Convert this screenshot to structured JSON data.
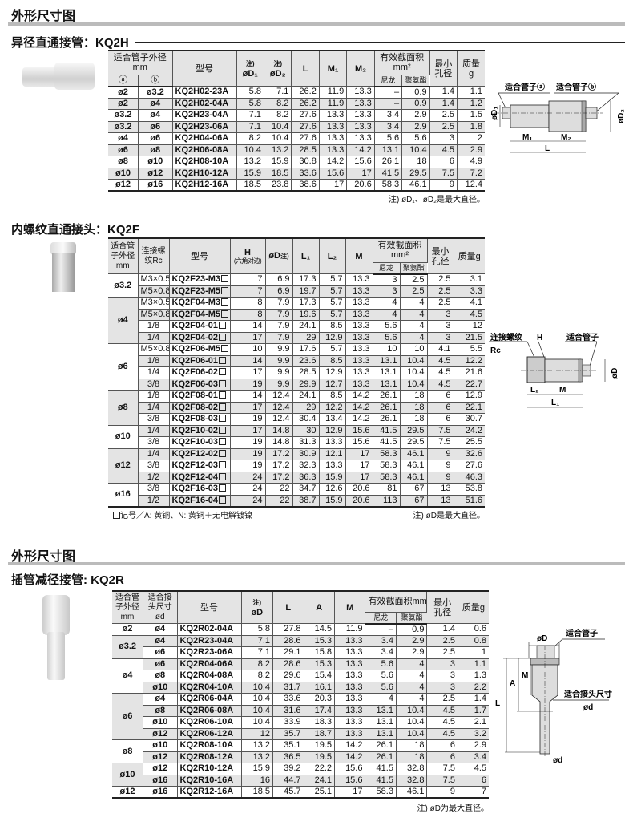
{
  "section1": {
    "title": "外形尺寸图"
  },
  "kq2h": {
    "title": "异径直通接管：KQ2H",
    "headers": {
      "tube": "适合管子外径mm",
      "a": "ⓐ",
      "b": "ⓑ",
      "model": "型号",
      "note_mark": "注)",
      "d1": "øD₁",
      "d2": "øD₂",
      "l": "L",
      "m1": "M₁",
      "m2": "M₂",
      "area": "有效截面积mm²",
      "nylon": "尼龙",
      "urethane": "聚氨酯",
      "hole": "最小孔径",
      "mass": "质量g"
    },
    "rows": [
      [
        "ø2",
        "ø3.2",
        "KQ2H02-23A",
        "5.8",
        "7.1",
        "26.2",
        "11.9",
        "13.3",
        "–",
        "0.9",
        "1.4",
        "1.1"
      ],
      [
        "ø2",
        "ø4",
        "KQ2H02-04A",
        "5.8",
        "8.2",
        "26.2",
        "11.9",
        "13.3",
        "–",
        "0.9",
        "1.4",
        "1.2"
      ],
      [
        "ø3.2",
        "ø4",
        "KQ2H23-04A",
        "7.1",
        "8.2",
        "27.6",
        "13.3",
        "13.3",
        "3.4",
        "2.9",
        "2.5",
        "1.5"
      ],
      [
        "ø3.2",
        "ø6",
        "KQ2H23-06A",
        "7.1",
        "10.4",
        "27.6",
        "13.3",
        "13.3",
        "3.4",
        "2.9",
        "2.5",
        "1.8"
      ],
      [
        "ø4",
        "ø6",
        "KQ2H04-06A",
        "8.2",
        "10.4",
        "27.6",
        "13.3",
        "13.3",
        "5.6",
        "5.6",
        "3",
        "2"
      ],
      [
        "ø6",
        "ø8",
        "KQ2H06-08A",
        "10.4",
        "13.2",
        "28.5",
        "13.3",
        "14.2",
        "13.1",
        "10.4",
        "4.5",
        "2.9"
      ],
      [
        "ø8",
        "ø10",
        "KQ2H08-10A",
        "13.2",
        "15.9",
        "30.8",
        "14.2",
        "15.6",
        "26.1",
        "18",
        "6",
        "4.9"
      ],
      [
        "ø10",
        "ø12",
        "KQ2H10-12A",
        "15.9",
        "18.5",
        "33.6",
        "15.6",
        "17",
        "41.5",
        "29.5",
        "7.5",
        "7.2"
      ],
      [
        "ø12",
        "ø16",
        "KQ2H12-16A",
        "18.5",
        "23.8",
        "38.6",
        "17",
        "20.6",
        "58.3",
        "46.1",
        "9",
        "12.4"
      ]
    ],
    "footnote": "注) øD₁、øD₂是最大直径。",
    "diagram": {
      "tube_a": "适合管子ⓐ",
      "tube_b": "适合管子ⓑ",
      "d1": "øD₁",
      "d2": "øD₂",
      "m1": "M₁",
      "m2": "M₂",
      "l": "L"
    }
  },
  "kq2f": {
    "title": "内螺纹直通接头：KQ2F",
    "headers": {
      "tube": "适合管子外径mm",
      "thread": "连接螺纹Rc",
      "model": "型号",
      "h": "H",
      "h_sub": "(六角对边)",
      "d": "øD",
      "note_mark": "注)",
      "l1": "L₁",
      "l2": "L₂",
      "m": "M",
      "area": "有效截面积mm²",
      "nylon": "尼龙",
      "urethane": "聚氨酯",
      "hole": "最小孔径",
      "mass": "质量g"
    },
    "groups": [
      {
        "tube": "ø3.2",
        "rows": [
          [
            "M3×0.5",
            "KQ2F23-M3",
            "7",
            "6.9",
            "17.3",
            "5.7",
            "13.3",
            "3",
            "2.5",
            "2.5",
            "3.1"
          ],
          [
            "M5×0.8",
            "KQ2F23-M5",
            "7",
            "6.9",
            "19.7",
            "5.7",
            "13.3",
            "3",
            "2.5",
            "2.5",
            "3.3"
          ]
        ]
      },
      {
        "tube": "ø4",
        "rows": [
          [
            "M3×0.5",
            "KQ2F04-M3",
            "8",
            "7.9",
            "17.3",
            "5.7",
            "13.3",
            "4",
            "4",
            "2.5",
            "4.1"
          ],
          [
            "M5×0.8",
            "KQ2F04-M5",
            "8",
            "7.9",
            "19.6",
            "5.7",
            "13.3",
            "4",
            "4",
            "3",
            "4.5"
          ],
          [
            "1/8",
            "KQ2F04-01",
            "14",
            "7.9",
            "24.1",
            "8.5",
            "13.3",
            "5.6",
            "4",
            "3",
            "12"
          ],
          [
            "1/4",
            "KQ2F04-02",
            "17",
            "7.9",
            "29",
            "12.9",
            "13.3",
            "5.6",
            "4",
            "3",
            "21.5"
          ]
        ]
      },
      {
        "tube": "ø6",
        "rows": [
          [
            "M5×0.8",
            "KQ2F06-M5",
            "10",
            "9.9",
            "17.6",
            "5.7",
            "13.3",
            "10",
            "10",
            "4.1",
            "5.5"
          ],
          [
            "1/8",
            "KQ2F06-01",
            "14",
            "9.9",
            "23.6",
            "8.5",
            "13.3",
            "13.1",
            "10.4",
            "4.5",
            "12.2"
          ],
          [
            "1/4",
            "KQ2F06-02",
            "17",
            "9.9",
            "28.5",
            "12.9",
            "13.3",
            "13.1",
            "10.4",
            "4.5",
            "21.6"
          ],
          [
            "3/8",
            "KQ2F06-03",
            "19",
            "9.9",
            "29.9",
            "12.7",
            "13.3",
            "13.1",
            "10.4",
            "4.5",
            "22.7"
          ]
        ]
      },
      {
        "tube": "ø8",
        "rows": [
          [
            "1/8",
            "KQ2F08-01",
            "14",
            "12.4",
            "24.1",
            "8.5",
            "14.2",
            "26.1",
            "18",
            "6",
            "12.9"
          ],
          [
            "1/4",
            "KQ2F08-02",
            "17",
            "12.4",
            "29",
            "12.2",
            "14.2",
            "26.1",
            "18",
            "6",
            "22.1"
          ],
          [
            "3/8",
            "KQ2F08-03",
            "19",
            "12.4",
            "30.4",
            "13.4",
            "14.2",
            "26.1",
            "18",
            "6",
            "30.7"
          ]
        ]
      },
      {
        "tube": "ø10",
        "rows": [
          [
            "1/4",
            "KQ2F10-02",
            "17",
            "14.8",
            "30",
            "12.9",
            "15.6",
            "41.5",
            "29.5",
            "7.5",
            "24.2"
          ],
          [
            "3/8",
            "KQ2F10-03",
            "19",
            "14.8",
            "31.3",
            "13.3",
            "15.6",
            "41.5",
            "29.5",
            "7.5",
            "25.5"
          ]
        ]
      },
      {
        "tube": "ø12",
        "rows": [
          [
            "1/4",
            "KQ2F12-02",
            "19",
            "17.2",
            "30.9",
            "12.1",
            "17",
            "58.3",
            "46.1",
            "9",
            "32.6"
          ],
          [
            "3/8",
            "KQ2F12-03",
            "19",
            "17.2",
            "32.3",
            "13.3",
            "17",
            "58.3",
            "46.1",
            "9",
            "27.6"
          ],
          [
            "1/2",
            "KQ2F12-04",
            "24",
            "17.2",
            "36.3",
            "15.9",
            "17",
            "58.3",
            "46.1",
            "9",
            "46.3"
          ]
        ]
      },
      {
        "tube": "ø16",
        "rows": [
          [
            "3/8",
            "KQ2F16-03",
            "24",
            "22",
            "34.7",
            "12.6",
            "20.6",
            "81",
            "67",
            "13",
            "53.8"
          ],
          [
            "1/2",
            "KQ2F16-04",
            "24",
            "22",
            "38.7",
            "15.9",
            "20.6",
            "113",
            "67",
            "13",
            "51.6"
          ]
        ]
      }
    ],
    "legend": "记号／A: 黄铜、N: 黄铜＋无电解镀镍",
    "footnote": "注) øD是最大直径。",
    "diagram": {
      "thread": "连接螺纹",
      "rc": "Rc",
      "h": "H",
      "tube": "适合管子",
      "d": "øD",
      "l2": "L₂",
      "m": "M",
      "l1": "L₁"
    }
  },
  "section2": {
    "title": "外形尺寸图"
  },
  "kq2r": {
    "title": "插管减径接管: KQ2R",
    "headers": {
      "tube": "适合管子外径 mm",
      "plug": "适合接头尺寸 ød",
      "model": "型号",
      "note_mark": "注)",
      "d": "øD",
      "l": "L",
      "a": "A",
      "m": "M",
      "area": "有效截面积mm²",
      "nylon": "尼龙",
      "urethane": "聚氨酯",
      "hole": "最小孔径",
      "mass": "质量g"
    },
    "groups": [
      {
        "tube": "ø2",
        "rows": [
          [
            "ø4",
            "KQ2R02-04A",
            "5.8",
            "27.8",
            "14.5",
            "11.9",
            "–",
            "0.9",
            "1.4",
            "0.6"
          ]
        ]
      },
      {
        "tube": "ø3.2",
        "rows": [
          [
            "ø4",
            "KQ2R23-04A",
            "7.1",
            "28.6",
            "15.3",
            "13.3",
            "3.4",
            "2.9",
            "2.5",
            "0.8"
          ],
          [
            "ø6",
            "KQ2R23-06A",
            "7.1",
            "29.1",
            "15.8",
            "13.3",
            "3.4",
            "2.9",
            "2.5",
            "1"
          ]
        ]
      },
      {
        "tube": "ø4",
        "rows": [
          [
            "ø6",
            "KQ2R04-06A",
            "8.2",
            "28.6",
            "15.3",
            "13.3",
            "5.6",
            "4",
            "3",
            "1.1"
          ],
          [
            "ø8",
            "KQ2R04-08A",
            "8.2",
            "29.6",
            "15.4",
            "13.3",
            "5.6",
            "4",
            "3",
            "1.3"
          ],
          [
            "ø10",
            "KQ2R04-10A",
            "10.4",
            "31.7",
            "16.1",
            "13.3",
            "5.6",
            "4",
            "3",
            "2.2"
          ]
        ]
      },
      {
        "tube": "ø6",
        "rows": [
          [
            "ø4",
            "KQ2R06-04A",
            "10.4",
            "33.6",
            "20.3",
            "13.3",
            "4",
            "4",
            "2.5",
            "1.4"
          ],
          [
            "ø8",
            "KQ2R06-08A",
            "10.4",
            "31.6",
            "17.4",
            "13.3",
            "13.1",
            "10.4",
            "4.5",
            "1.7"
          ],
          [
            "ø10",
            "KQ2R06-10A",
            "10.4",
            "33.9",
            "18.3",
            "13.3",
            "13.1",
            "10.4",
            "4.5",
            "2.1"
          ],
          [
            "ø12",
            "KQ2R06-12A",
            "12",
            "35.7",
            "18.7",
            "13.3",
            "13.1",
            "10.4",
            "4.5",
            "3.2"
          ]
        ]
      },
      {
        "tube": "ø8",
        "rows": [
          [
            "ø10",
            "KQ2R08-10A",
            "13.2",
            "35.1",
            "19.5",
            "14.2",
            "26.1",
            "18",
            "6",
            "2.9"
          ],
          [
            "ø12",
            "KQ2R08-12A",
            "13.2",
            "36.5",
            "19.5",
            "14.2",
            "26.1",
            "18",
            "6",
            "3.4"
          ]
        ]
      },
      {
        "tube": "ø10",
        "rows": [
          [
            "ø12",
            "KQ2R10-12A",
            "15.9",
            "39.2",
            "22.2",
            "15.6",
            "41.5",
            "32.8",
            "7.5",
            "4.5"
          ],
          [
            "ø16",
            "KQ2R10-16A",
            "16",
            "44.7",
            "24.1",
            "15.6",
            "41.5",
            "32.8",
            "7.5",
            "6"
          ]
        ]
      },
      {
        "tube": "ø12",
        "rows": [
          [
            "ø16",
            "KQ2R12-16A",
            "18.5",
            "45.7",
            "25.1",
            "17",
            "58.3",
            "46.1",
            "9",
            "7"
          ]
        ]
      }
    ],
    "footnote": "注) øD为最大直径。",
    "diagram": {
      "d": "øD",
      "tube": "适合管子",
      "l": "L",
      "a": "A",
      "m": "M",
      "plug": "适合接头尺寸",
      "od": "ød",
      "od2": "ød"
    }
  }
}
